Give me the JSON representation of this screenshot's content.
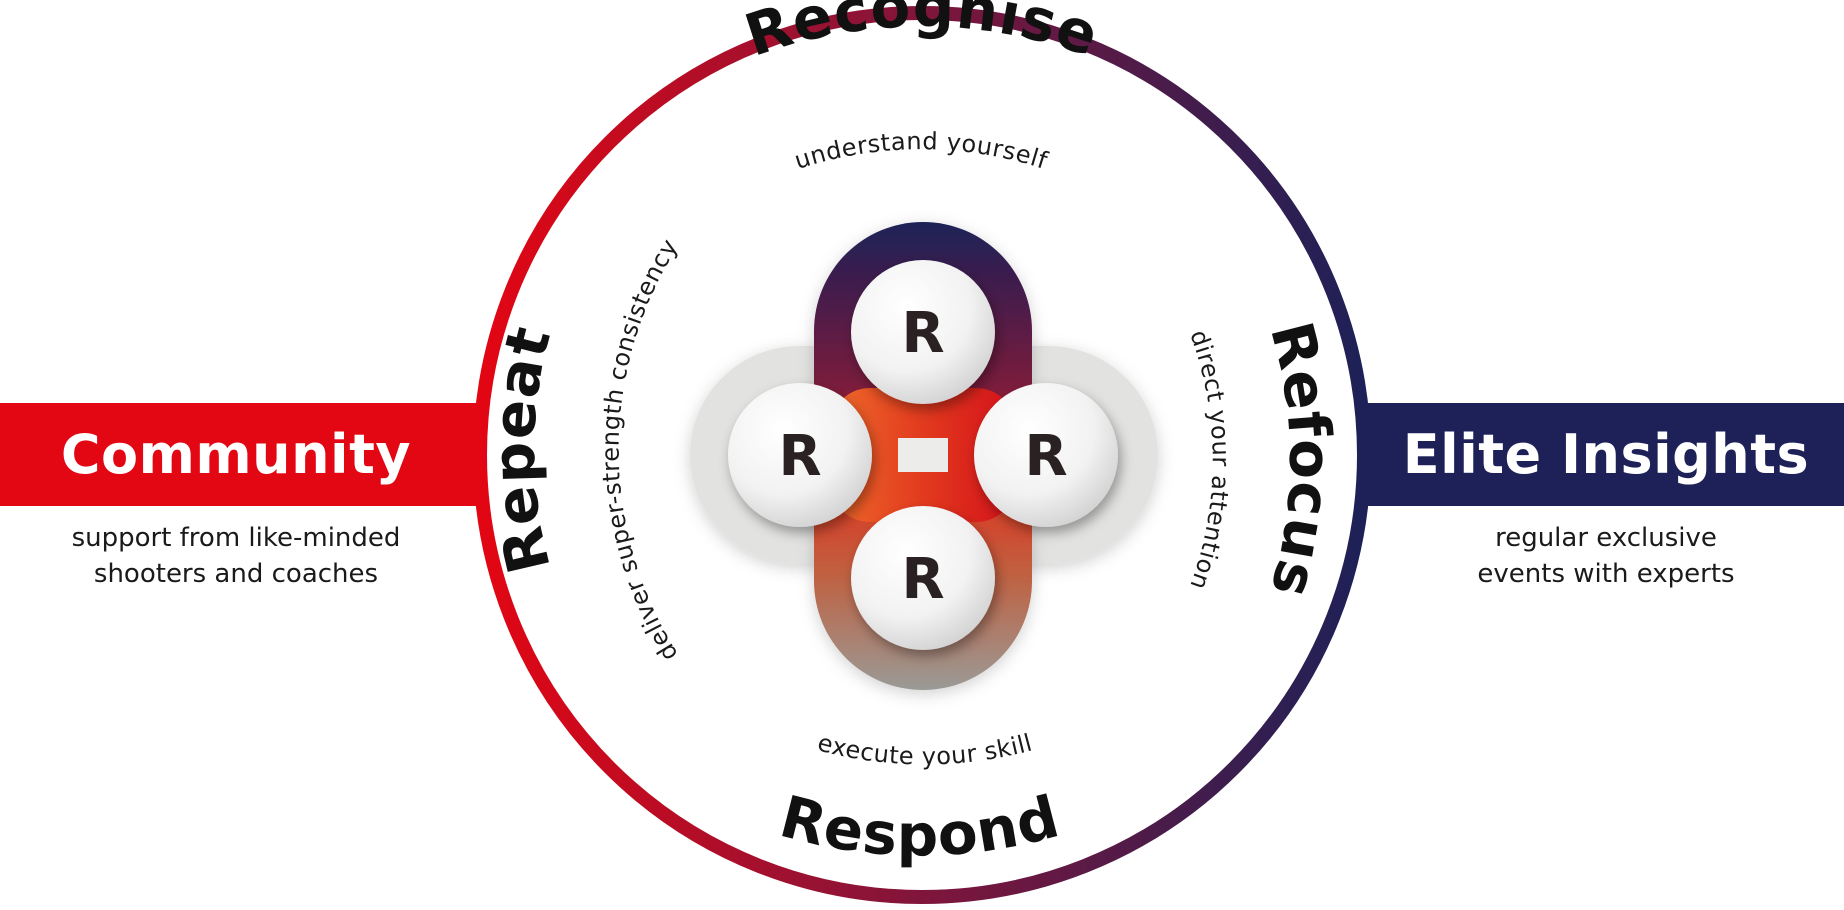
{
  "colors": {
    "red": "#e30613",
    "navy": "#1d2157",
    "orange": "#e85a24",
    "gray": "#9a9a96",
    "text_dark": "#1a1a1a"
  },
  "left_band": {
    "label": "Community",
    "description_line1": "support from like-minded",
    "description_line2": "shooters and coaches"
  },
  "right_band": {
    "label": "Elite Insights",
    "description_line1": "regular exclusive",
    "description_line2": "events with experts"
  },
  "stages": {
    "top": {
      "title": "Recognise",
      "subtitle": "understand yourself"
    },
    "right": {
      "title": "Refocus",
      "subtitle": "direct your attention"
    },
    "bottom": {
      "title": "Respond",
      "subtitle": "execute your skill"
    },
    "left": {
      "title": "Repeat",
      "subtitle": "deliver super-strength consistency"
    }
  },
  "center": {
    "letter": "R"
  }
}
